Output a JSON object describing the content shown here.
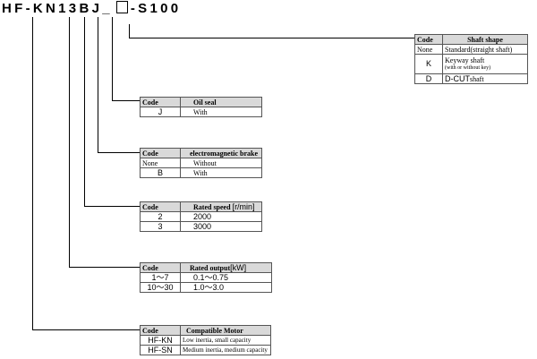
{
  "model_code": {
    "prefix": "HF-KN13BJ",
    "underscore": "_",
    "suffix": "-S100"
  },
  "tables": {
    "shaft": {
      "header_code": "Code",
      "header_item": "Shaft shape",
      "rows": [
        {
          "code": "None",
          "desc": "Standard(straight shaft)"
        },
        {
          "code": "K",
          "desc": "Keyway shaft",
          "desc2": "(with or without key)"
        },
        {
          "code": "D",
          "desc_a": "D-CUT",
          "desc_b": "shaft"
        }
      ]
    },
    "oil_seal": {
      "header_code": "Code",
      "header_item": "Oil seal",
      "rows": [
        {
          "code": "J",
          "desc": "With"
        }
      ]
    },
    "brake": {
      "header_code": "Code",
      "header_item": "electromagnetic brake",
      "rows": [
        {
          "code": "None",
          "desc": "Without"
        },
        {
          "code": "B",
          "desc": "With"
        }
      ]
    },
    "speed": {
      "header_code": "Code",
      "header_item": "Rated speed",
      "header_unit": "[r/min]",
      "rows": [
        {
          "code": "2",
          "desc": "2000"
        },
        {
          "code": "3",
          "desc": "3000"
        }
      ]
    },
    "output": {
      "header_code": "Code",
      "header_item": "Rated output",
      "header_unit": "[kW]",
      "rows": [
        {
          "code": "1～7",
          "desc": "0.1～0.75"
        },
        {
          "code": "10～30",
          "desc": "1.0～3.0"
        }
      ]
    },
    "motor": {
      "header_code": "Code",
      "header_item": "Compatible Motor",
      "rows": [
        {
          "code": "HF-KN",
          "desc": "Low inertia, small capacity"
        },
        {
          "code": "HF-SN",
          "desc": "Medium inertia, medium capacity"
        }
      ]
    }
  }
}
